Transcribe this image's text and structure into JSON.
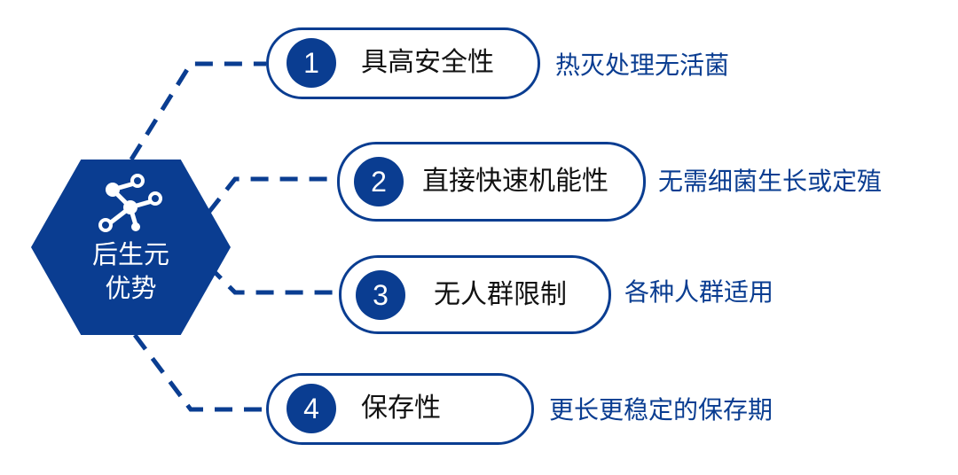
{
  "hub": {
    "icon": "molecule-icon",
    "title_line1": "后生元",
    "title_line2": "优势"
  },
  "advantages": [
    {
      "number": "1",
      "label": "具高安全性",
      "description": "热灭处理无活菌"
    },
    {
      "number": "2",
      "label": "直接快速机能性",
      "description": "无需细菌生长或定殖"
    },
    {
      "number": "3",
      "label": "无人群限制",
      "description": "各种人群适用"
    },
    {
      "number": "4",
      "label": "保存性",
      "description": "更长更稳定的保存期"
    }
  ],
  "colors": {
    "primary": "#0a3d91",
    "label_text": "#111111",
    "background": "#ffffff"
  }
}
